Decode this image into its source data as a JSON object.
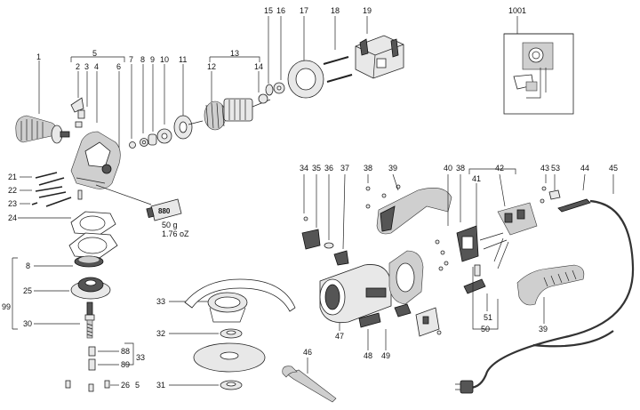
{
  "callouts": {
    "c1": "1",
    "c2": "2",
    "c3": "3",
    "c4": "4",
    "c5": "5",
    "c6": "6",
    "c7": "7",
    "c8": "8",
    "c9": "9",
    "c10": "10",
    "c11": "11",
    "c12": "12",
    "c13": "13",
    "c14": "14",
    "c15": "15",
    "c16": "16",
    "c17": "17",
    "c18": "18",
    "c19": "19",
    "c1001": "1001",
    "c21": "21",
    "c22": "22",
    "c23": "23",
    "c24": "24",
    "c8b": "8",
    "c99": "99",
    "c25": "25",
    "c30": "30",
    "c33": "33",
    "c32": "32",
    "c31": "31",
    "c88": "88",
    "c89": "89",
    "c33b": "33",
    "c26": "26",
    "c5b": "5",
    "c34": "34",
    "c35": "35",
    "c36": "36",
    "c37": "37",
    "c38": "38",
    "c39": "39",
    "c40": "40",
    "c38b": "38",
    "c41": "41",
    "c42": "42",
    "c43": "43",
    "c53": "53",
    "c44": "44",
    "c45": "45",
    "c51": "51",
    "c50": "50",
    "c39b": "39",
    "c47": "47",
    "c48": "48",
    "c49": "49",
    "c46": "46"
  },
  "grease": {
    "label": "880",
    "weight": "50 g",
    "weight_oz": "1.76 oZ"
  }
}
